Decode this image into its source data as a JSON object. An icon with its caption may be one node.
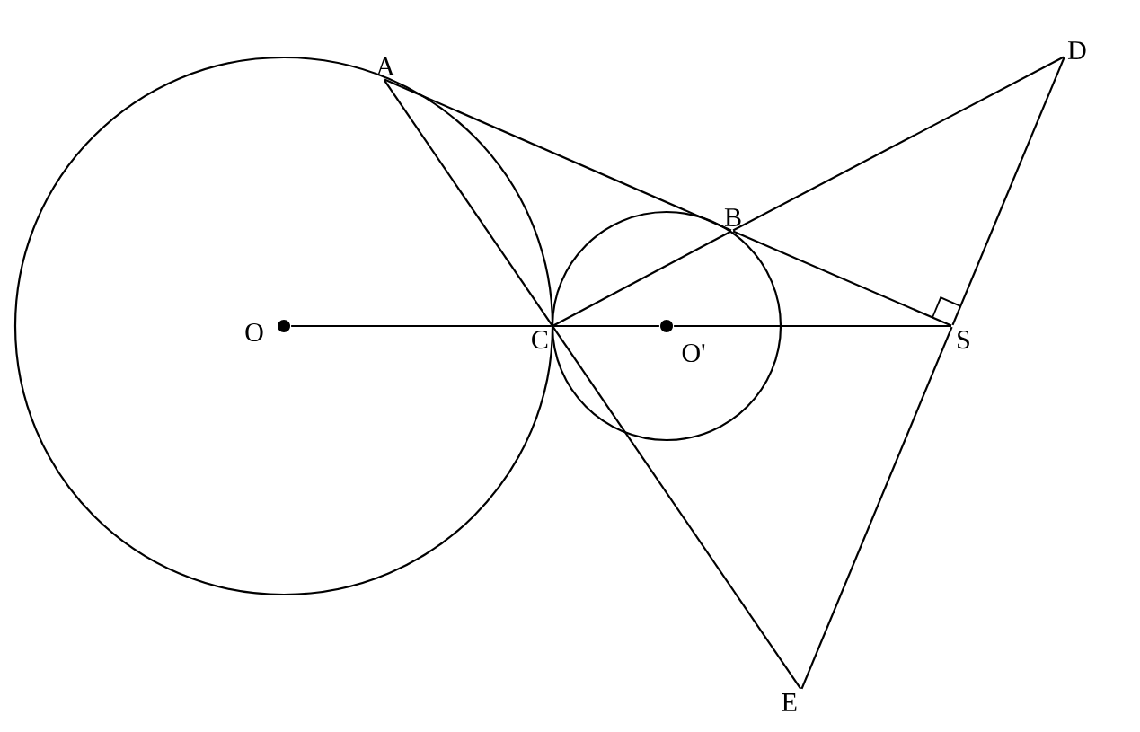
{
  "diagram": {
    "nodes": [
      {
        "text": [],
        "shape": "point",
        "beside": [
          "A"
        ]
      },
      {
        "text": [],
        "shape": "point",
        "beside": [
          "D"
        ]
      },
      {
        "text": [],
        "shape": "point",
        "beside": [
          "B"
        ]
      },
      {
        "text": [],
        "shape": "dot",
        "beside": [
          "O"
        ]
      },
      {
        "text": [],
        "shape": "point",
        "beside": [
          "C"
        ]
      },
      {
        "text": [],
        "shape": "dot",
        "beside": [
          "O'"
        ]
      },
      {
        "text": [],
        "shape": "point",
        "beside": [
          "S"
        ]
      },
      {
        "text": [],
        "shape": "point",
        "beside": [
          "E"
        ]
      }
    ],
    "edges": [
      {
        "from": 0,
        "to": 4,
        "arrow": "none"
      },
      {
        "from": 4,
        "to": 7,
        "arrow": "none"
      },
      {
        "from": 0,
        "to": 2,
        "arrow": "none"
      },
      {
        "from": 2,
        "to": 6,
        "arrow": "none"
      },
      {
        "from": 4,
        "to": 2,
        "arrow": "none"
      },
      {
        "from": 2,
        "to": 1,
        "arrow": "none"
      },
      {
        "from": 3,
        "to": 4,
        "arrow": "none"
      },
      {
        "from": 4,
        "to": 5,
        "arrow": "none"
      },
      {
        "from": 5,
        "to": 6,
        "arrow": "none"
      },
      {
        "from": 1,
        "to": 6,
        "arrow": "none"
      },
      {
        "from": 6,
        "to": 7,
        "arrow": "none"
      }
    ]
  }
}
